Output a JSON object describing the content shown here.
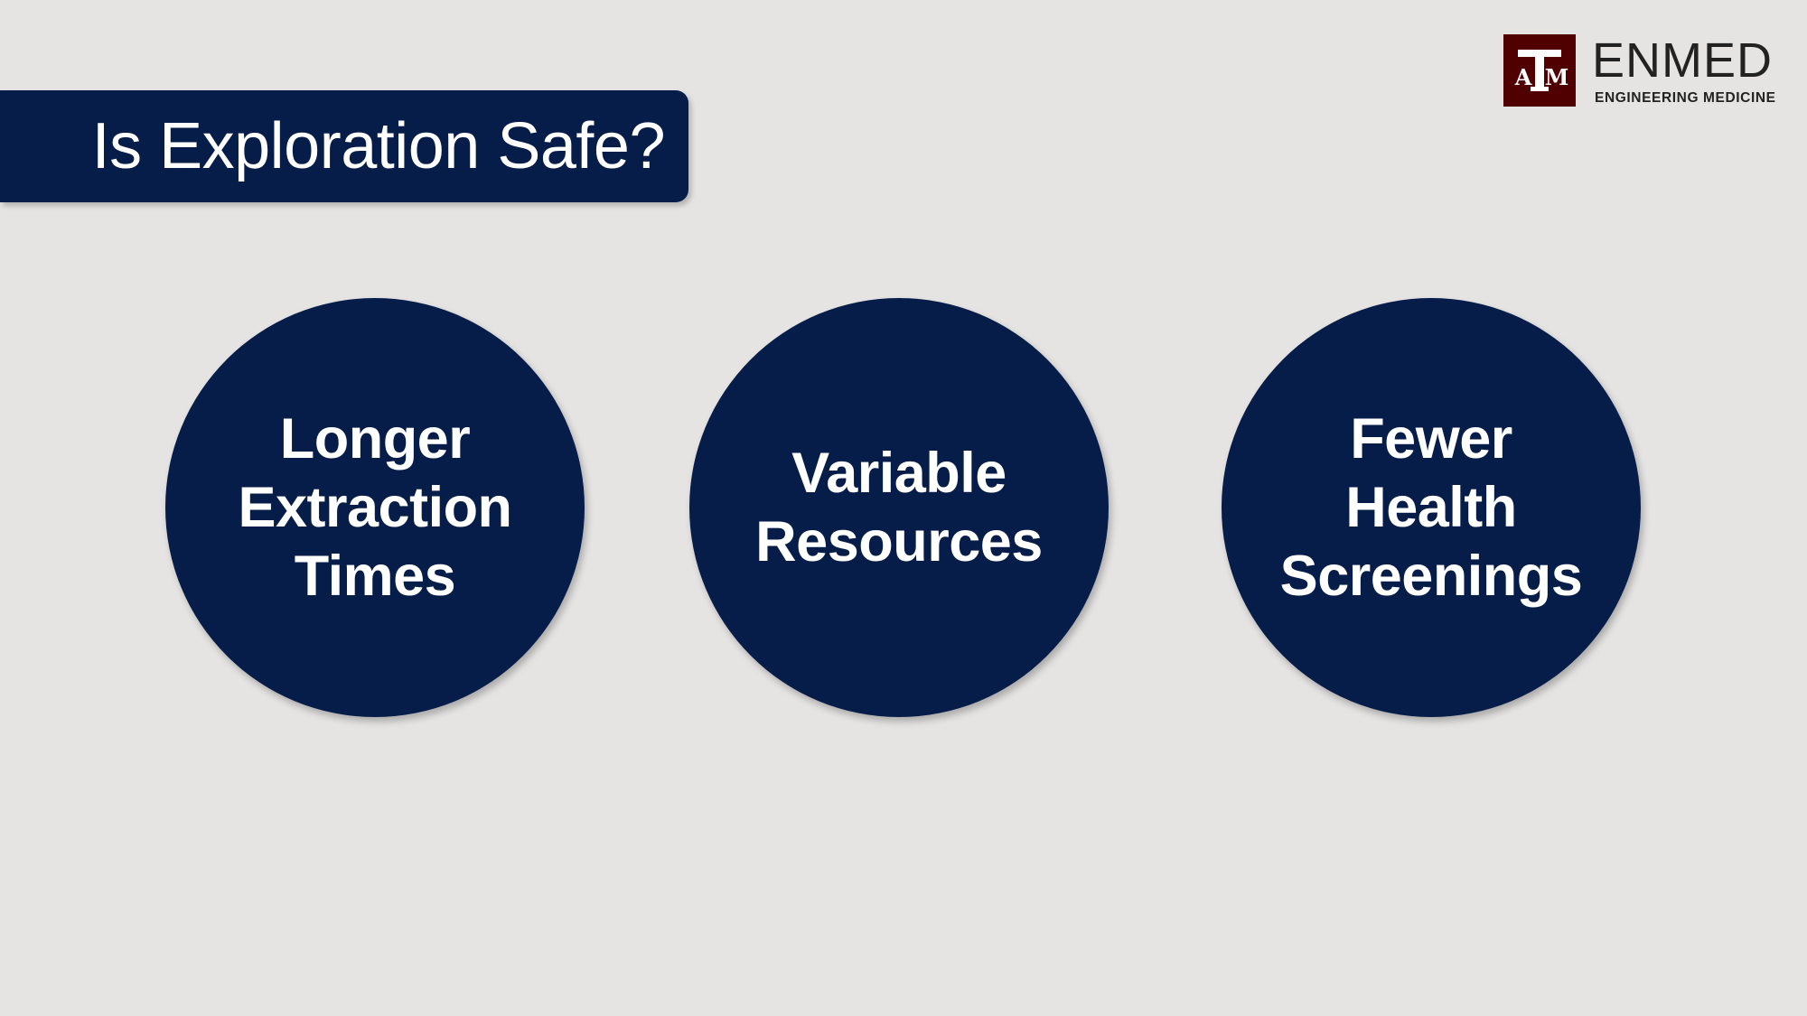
{
  "slide": {
    "title": "Is Exploration Safe?"
  },
  "logo": {
    "mark_letters": {
      "a": "A",
      "t": "T",
      "m": "M"
    },
    "name": "ENMED",
    "tagline": "ENGINEERING MEDICINE",
    "mark_color": "#500000"
  },
  "circles": [
    {
      "lines": [
        "Longer",
        "Extraction",
        "Times"
      ]
    },
    {
      "lines": [
        "Variable",
        "Resources"
      ]
    },
    {
      "lines": [
        "Fewer",
        "Health",
        "Screenings"
      ]
    }
  ],
  "colors": {
    "background": "#e5e4e3",
    "navy": "#071d49",
    "text_on_navy": "#ffffff"
  }
}
